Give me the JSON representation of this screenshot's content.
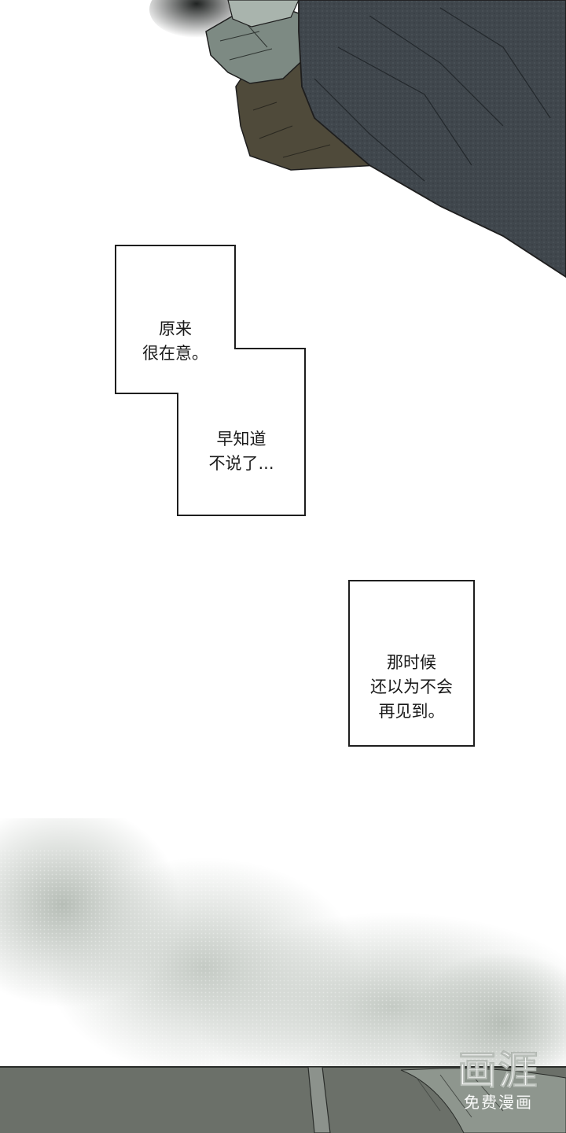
{
  "captions": {
    "box1": "原来\n很在意。",
    "box2": "早知道\n不说了...",
    "box3": "那时候\n还以为不会\n再见到。"
  },
  "watermark": {
    "logo": "画涯",
    "subtitle": "免费漫画"
  },
  "colors": {
    "background": "#ffffff",
    "coat": "#3f464c",
    "scarf": "#7d8a83",
    "sweater": "#4f4a3a",
    "line": "#1e1e1e",
    "mist": "#cbd0cb",
    "ground": "#6b7069"
  }
}
